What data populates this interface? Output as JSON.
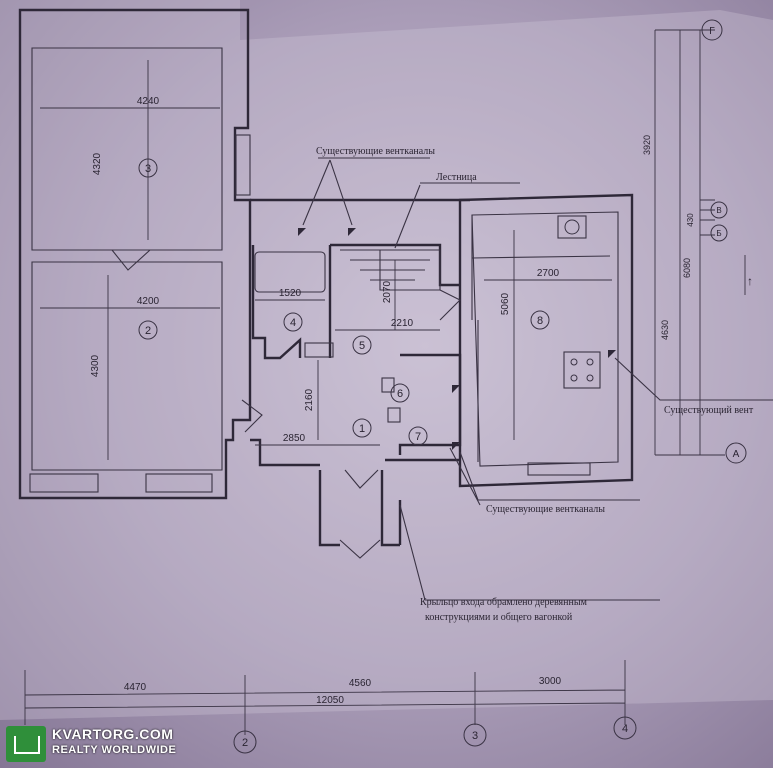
{
  "plan": {
    "labels": {
      "vent_top": "Существующие вентканалы",
      "stairs": "Лестница",
      "vent_right": "Существующий вент",
      "vent_bottom": "Существующие вентканалы",
      "porch_line1": "Крыльцо входа обрамлено деревянным",
      "porch_line2": "конструкциями и общего вагонкой"
    },
    "rooms": [
      "1",
      "2",
      "3",
      "4",
      "5",
      "6",
      "7",
      "8"
    ],
    "dimensions": {
      "d4240": "4240",
      "d4320": "4320",
      "d4200": "4200",
      "d4300": "4300",
      "d1520": "1520",
      "d2070": "2070",
      "d2210": "2210",
      "d2160": "2160",
      "d2850": "2850",
      "d2700": "2700",
      "d5060": "5060",
      "r3920": "3920",
      "r430": "430",
      "r6080": "6080",
      "r4630": "4630",
      "b4470": "4470",
      "b4560": "4560",
      "b3000": "3000",
      "b12050": "12050"
    },
    "axes": {
      "g": "Г",
      "v": "В",
      "b": "Б",
      "a": "А",
      "n2": "2",
      "n3": "3",
      "n4": "4"
    },
    "north_arrow": "↑"
  },
  "watermark": {
    "title": "KVARTORG.COM",
    "subtitle": "REALTY WORLDWIDE"
  }
}
